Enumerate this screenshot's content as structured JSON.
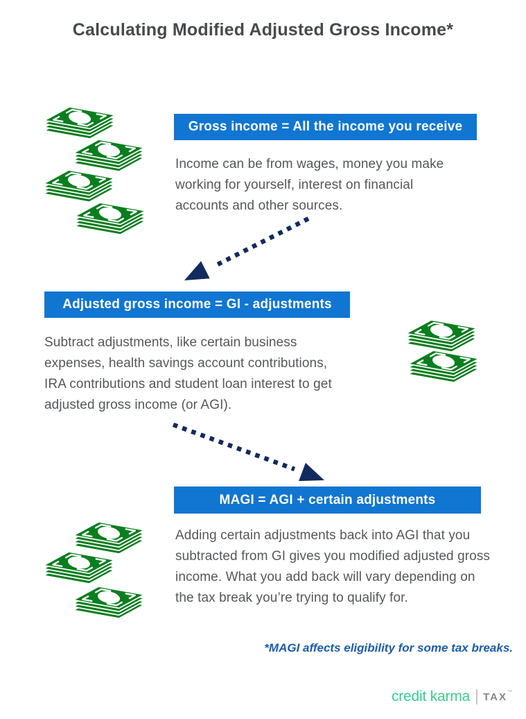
{
  "title": "Calculating Modified Adjusted Gross Income*",
  "sections": [
    {
      "banner": "Gross income = All the income you receive",
      "body": "Income can be from wages, money you make\nworking for yourself, interest on financial\naccounts and other sources."
    },
    {
      "banner": "Adjusted gross income = GI - adjustments",
      "body": "Subtract adjustments, like certain business\nexpenses, health savings account contributions,\nIRA contributions and student loan interest to get\nadjusted gross income (or AGI)."
    },
    {
      "banner": "MAGI = AGI + certain adjustments",
      "body": "Adding certain adjustments back into AGI that you\nsubtracted from GI gives you modified adjusted gross\nincome. What you add back will vary depending on\nthe tax break you’re trying to qualify for."
    }
  ],
  "footnote": "*MAGI affects eligibility for some tax breaks.",
  "logo": {
    "brand": "credit karma",
    "product": "TAX",
    "trademark": "™"
  },
  "icons": {
    "money_stack": "money-stack-icon",
    "arrow_down_left": "dotted-arrow-down-left-icon",
    "arrow_down_right": "dotted-arrow-down-right-icon"
  },
  "colors": {
    "banner_blue": "#1076d2",
    "money_green": "#0a7e1f",
    "arrow_navy": "#132a5e",
    "title_gray": "#47494d",
    "body_gray": "#55575b",
    "footnote_blue": "#1b5dad",
    "brand_green": "#35d08d",
    "tax_gray": "#85878a"
  }
}
